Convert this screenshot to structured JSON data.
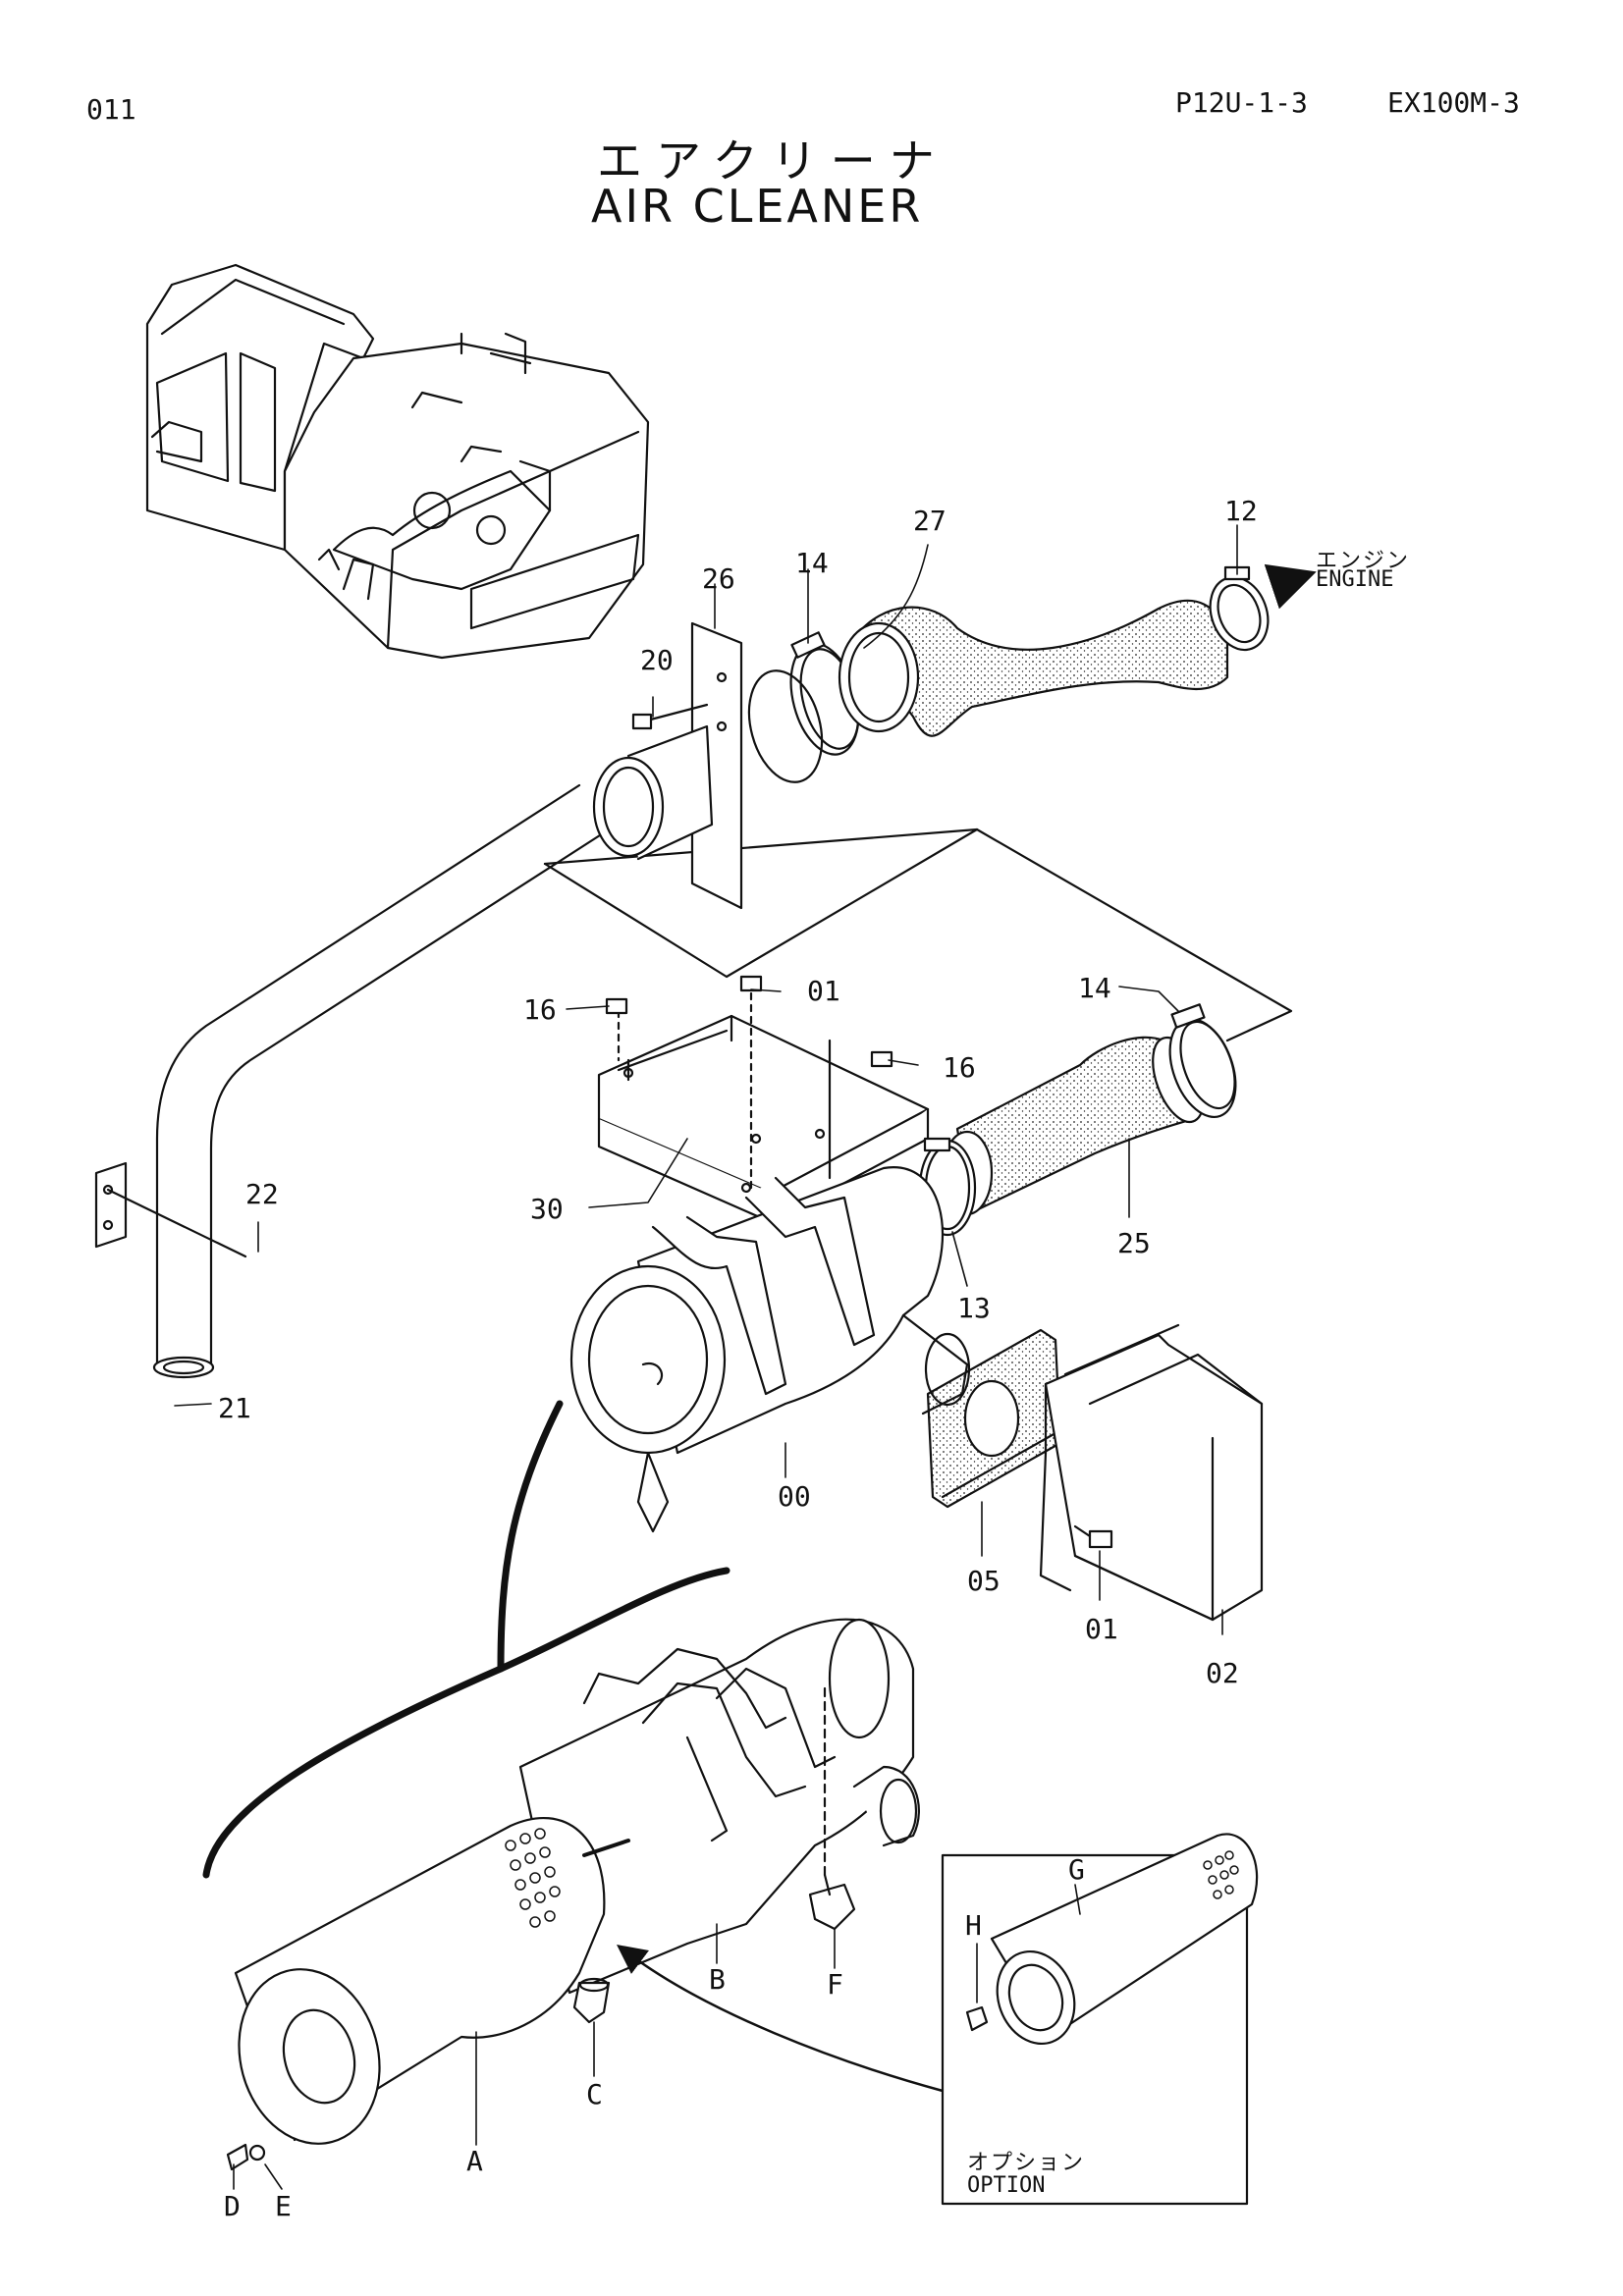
{
  "header": {
    "page_code": "011",
    "ref_code": "P12U-1-3",
    "model": "EX100M-3"
  },
  "title": {
    "japanese": "エアクリーナ",
    "english": "AIR CLEANER"
  },
  "engine_label": {
    "japanese": "エンジン",
    "english": "ENGINE"
  },
  "option_label": {
    "japanese": "オプション",
    "english": "OPTION"
  },
  "callouts": {
    "c27": "27",
    "c12": "12",
    "c26": "26",
    "c14a": "14",
    "c20": "20",
    "c01a": "01",
    "c16a": "16",
    "c16b": "16",
    "c14b": "14",
    "c30": "30",
    "c22": "22",
    "c25": "25",
    "c13": "13",
    "c21": "21",
    "c00": "00",
    "c05": "05",
    "c01b": "01",
    "c02": "02",
    "cA": "A",
    "cB": "B",
    "cC": "C",
    "cD": "D",
    "cE": "E",
    "cF": "F",
    "cG": "G",
    "cH": "H"
  }
}
